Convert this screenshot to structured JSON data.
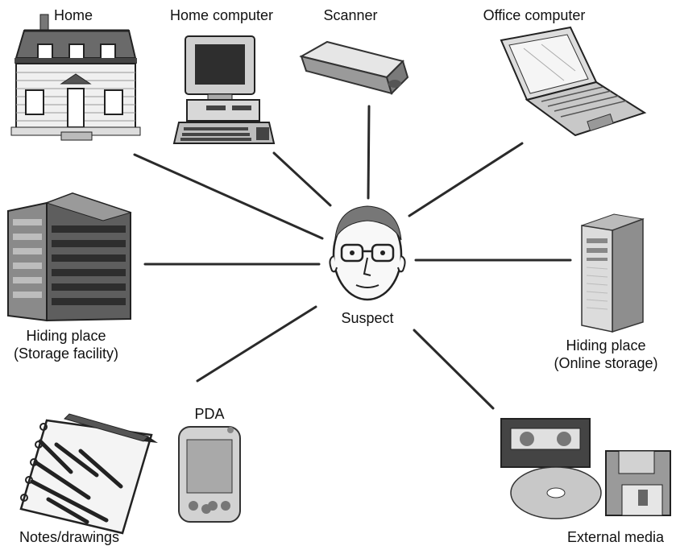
{
  "center": {
    "label": "Suspect",
    "icon": "face-with-glasses-icon"
  },
  "nodes": [
    {
      "id": "home",
      "label": "Home",
      "icon": "house-icon"
    },
    {
      "id": "home_computer",
      "label": "Home computer",
      "icon": "desktop-computer-icon"
    },
    {
      "id": "scanner",
      "label": "Scanner",
      "icon": "scanner-icon"
    },
    {
      "id": "office_computer",
      "label": "Office computer",
      "icon": "laptop-icon"
    },
    {
      "id": "storage_facility",
      "label_line1": "Hiding place",
      "label_line2": "(Storage facility)",
      "icon": "office-building-icon"
    },
    {
      "id": "online_storage",
      "label_line1": "Hiding place",
      "label_line2": "(Online storage)",
      "icon": "server-tower-icon"
    },
    {
      "id": "notes",
      "label": "Notes/drawings",
      "icon": "notebook-pencil-icon"
    },
    {
      "id": "pda",
      "label": "PDA",
      "icon": "pda-icon"
    },
    {
      "id": "external_media",
      "label": "External media",
      "icon": "media-cassette-cd-floppy-icon"
    }
  ],
  "colors": {
    "line": "#2a2a2a",
    "icon_dark": "#3a3a3a",
    "icon_mid": "#8a8a8a",
    "icon_light": "#d0d0d0"
  }
}
